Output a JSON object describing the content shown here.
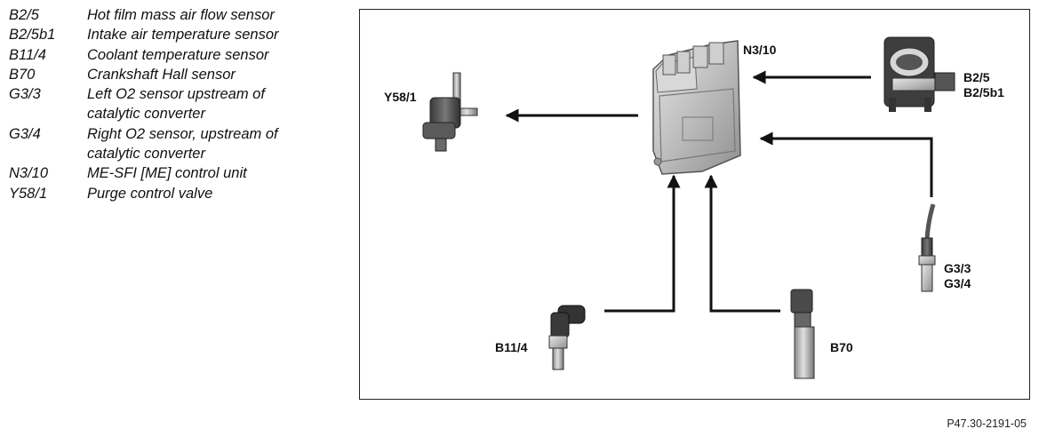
{
  "legend": [
    {
      "code": "B2/5",
      "desc": "Hot film mass air flow sensor"
    },
    {
      "code": "B2/5b1",
      "desc": "Intake air temperature sensor"
    },
    {
      "code": "B11/4",
      "desc": "Coolant temperature sensor"
    },
    {
      "code": "B70",
      "desc": "Crankshaft Hall sensor"
    },
    {
      "code": "G3/3",
      "desc": "Left O2 sensor upstream of\ncatalytic converter"
    },
    {
      "code": "G3/4",
      "desc": "Right O2 sensor, upstream of\ncatalytic converter"
    },
    {
      "code": "N3/10",
      "desc": "ME-SFI [ME] control unit"
    },
    {
      "code": "Y58/1",
      "desc": "Purge control valve"
    }
  ],
  "diagram": {
    "labels": {
      "ecu": "N3/10",
      "maf": "B2/5\nB2/5b1",
      "purge": "Y58/1",
      "o2": "G3/3\nG3/4",
      "coolant": "B11/4",
      "crank": "B70"
    },
    "reference": "P47.30-2191-05"
  }
}
